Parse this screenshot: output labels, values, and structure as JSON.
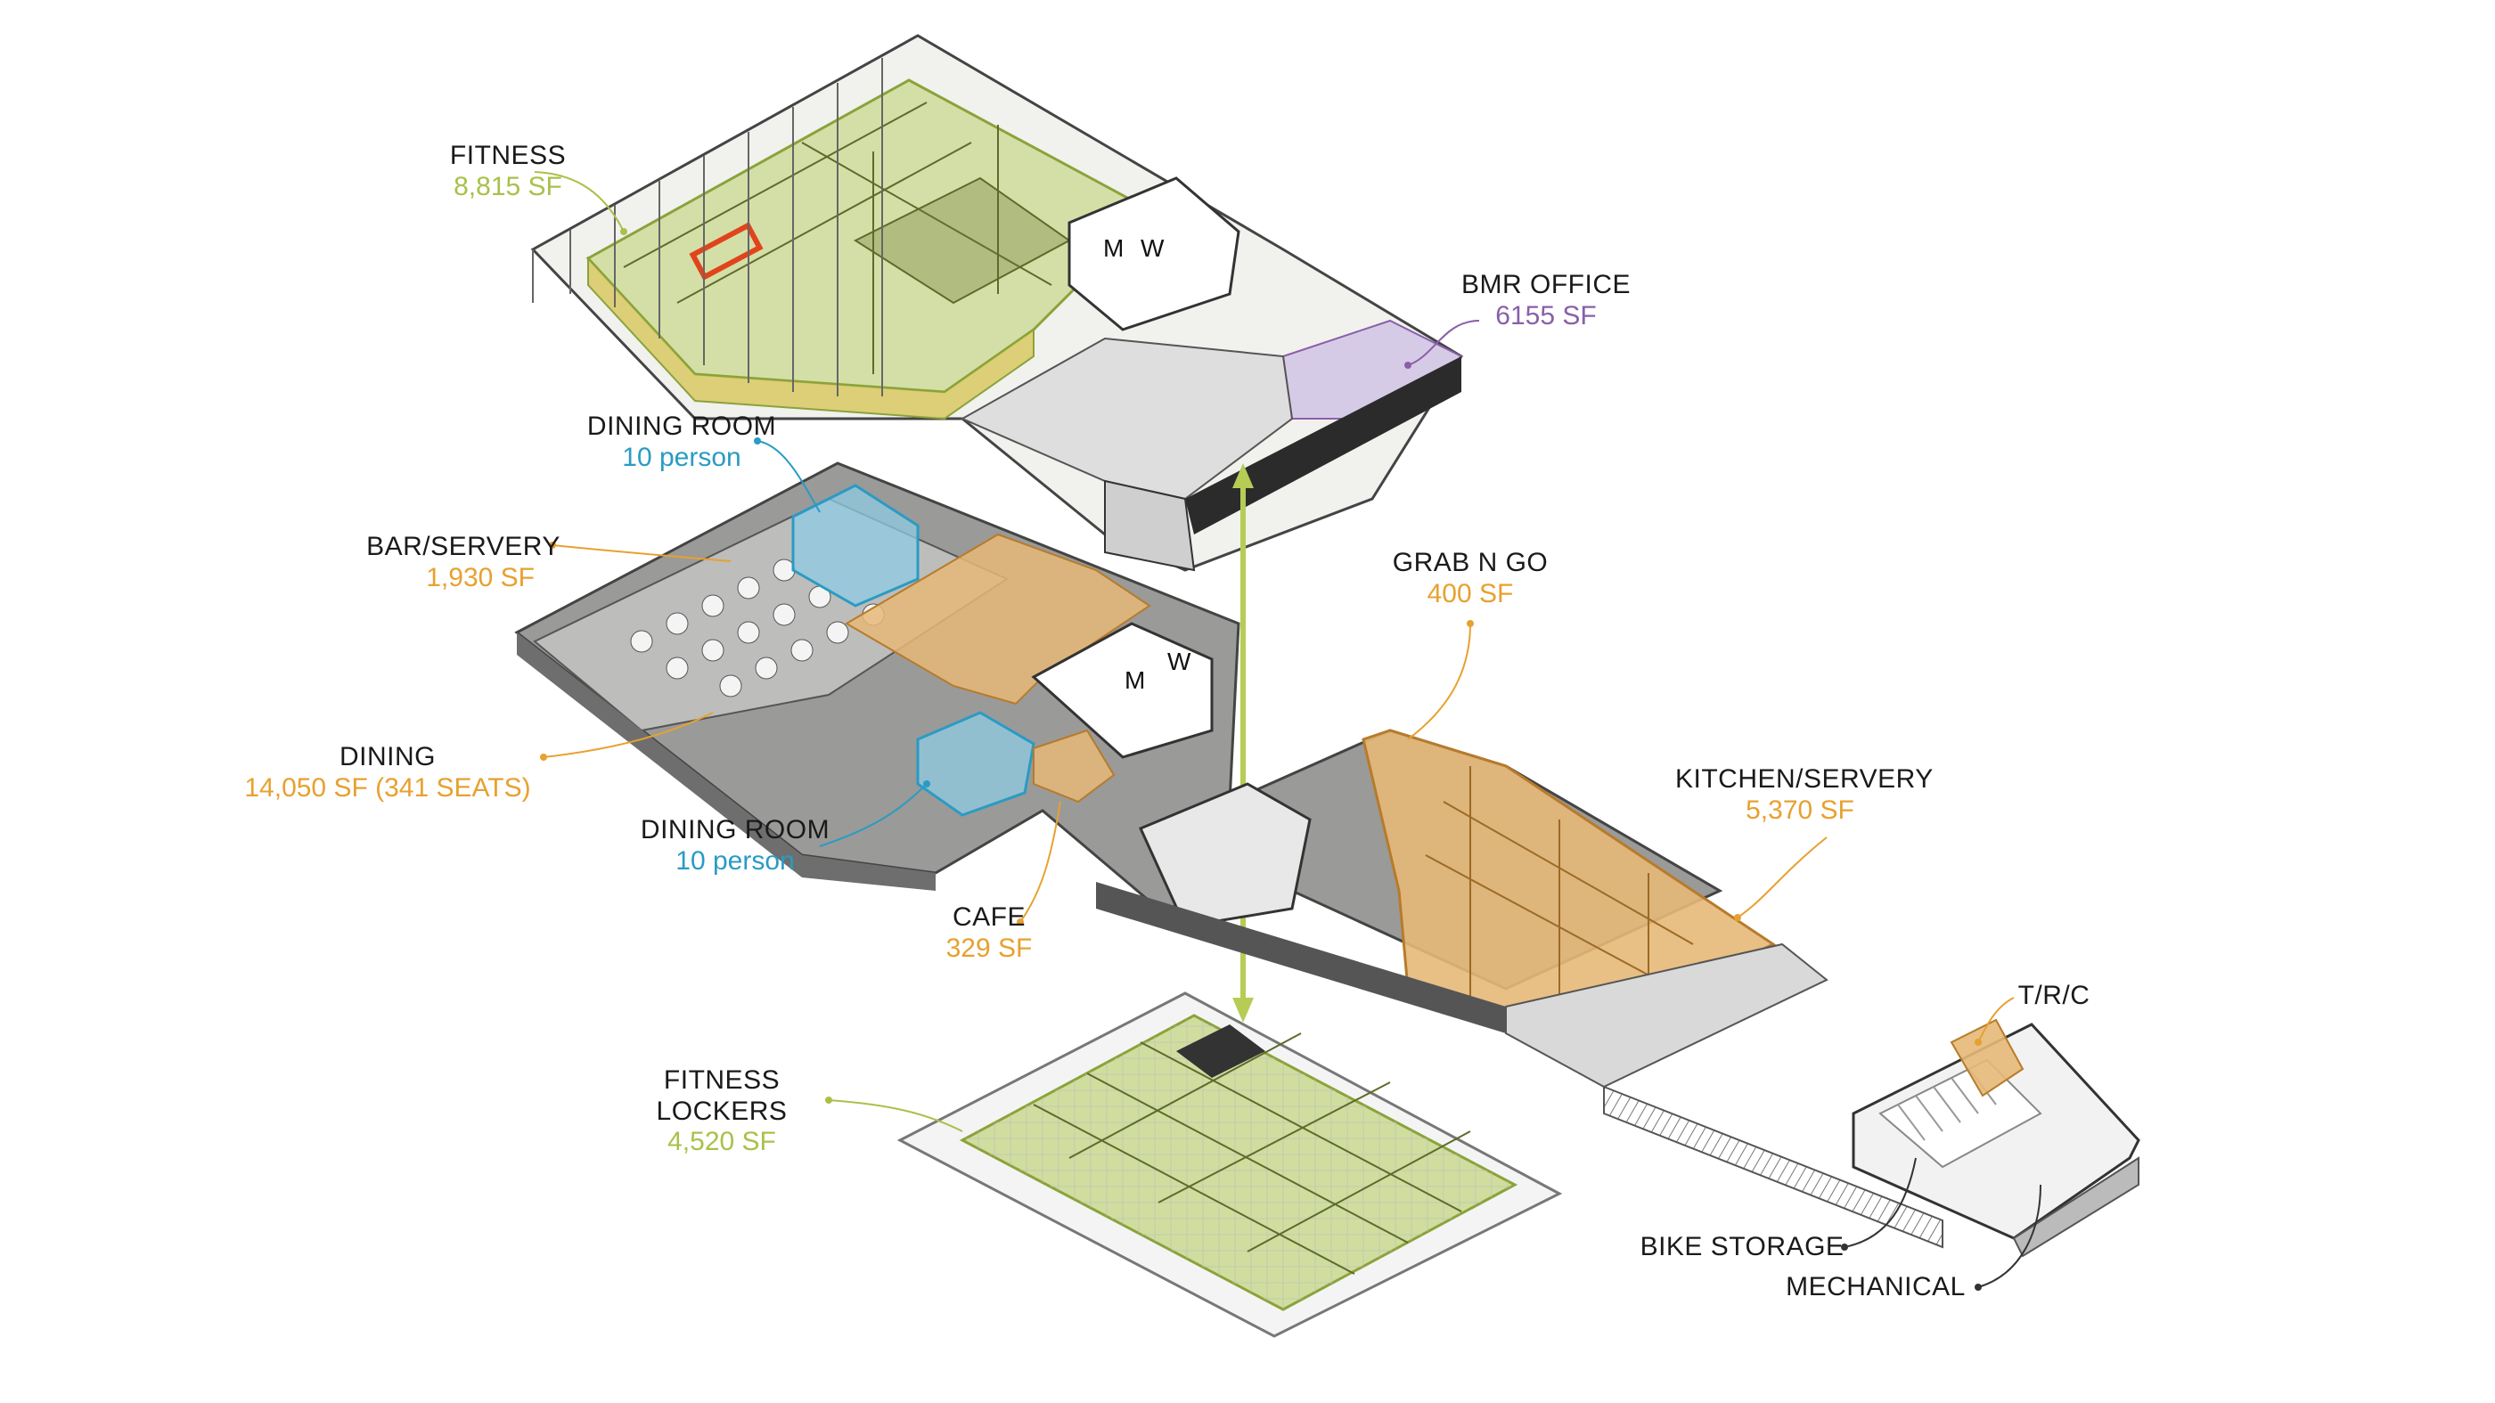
{
  "labels": {
    "fitness": {
      "name": "FITNESS",
      "value": "8,815 SF"
    },
    "bmr_office": {
      "name": "BMR OFFICE",
      "value": "6155 SF"
    },
    "dining_room_top": {
      "name": "DINING ROOM",
      "value": "10 person"
    },
    "bar_servery": {
      "name": "BAR/SERVERY",
      "value": "1,930 SF"
    },
    "grab_n_go": {
      "name": "GRAB N GO",
      "value": "400 SF"
    },
    "dining": {
      "name": "DINING",
      "value": "14,050 SF (341 SEATS)"
    },
    "kitchen_servery": {
      "name": "KITCHEN/SERVERY",
      "value": "5,370 SF"
    },
    "dining_room_bottom": {
      "name": "DINING ROOM",
      "value": "10 person"
    },
    "cafe": {
      "name": "CAFE",
      "value": "329 SF"
    },
    "trc": {
      "name": "T/R/C"
    },
    "fitness_lockers": {
      "name": "FITNESS LOCKERS",
      "value": "4,520 SF"
    },
    "bike_storage": {
      "name": "BIKE STORAGE"
    },
    "mechanical": {
      "name": "MECHANICAL"
    }
  },
  "restroom_marks": {
    "upper_m": "M",
    "upper_w": "W",
    "middle_m": "M",
    "middle_w": "W"
  },
  "colors": {
    "fitness": "#a9c14a",
    "office": "#8a5fa8",
    "dining_room": "#2a9bc4",
    "food": "#e7a12f",
    "connector": "#b5cc55"
  }
}
